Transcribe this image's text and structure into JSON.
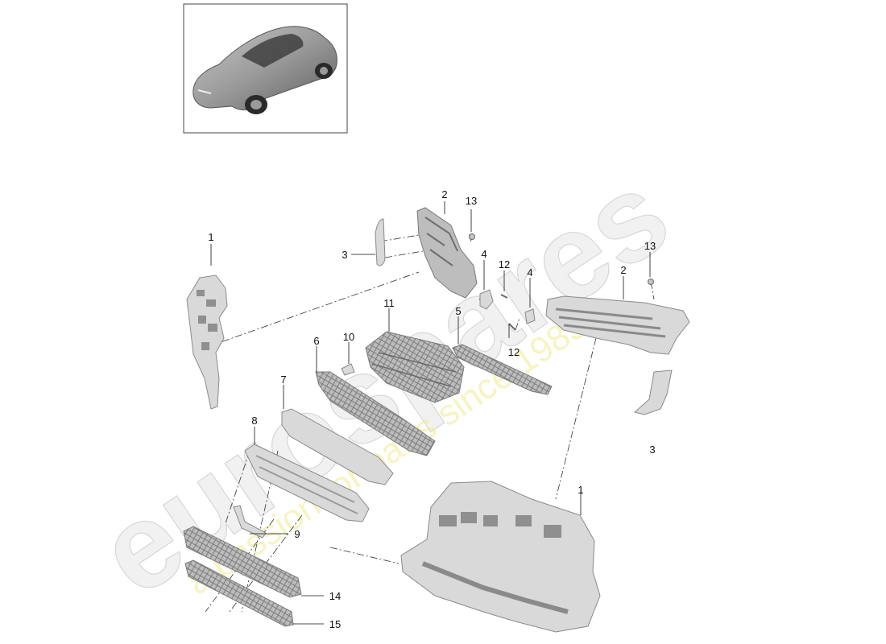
{
  "watermark": {
    "brand": "eurospares",
    "tagline": "a passion for parts since 1985"
  },
  "thumbnail": {
    "icon": "car-icon"
  },
  "callouts": [
    {
      "id": "c1a",
      "label": "1"
    },
    {
      "id": "c1b",
      "label": "1"
    },
    {
      "id": "c2a",
      "label": "2"
    },
    {
      "id": "c2b",
      "label": "2"
    },
    {
      "id": "c3a",
      "label": "3"
    },
    {
      "id": "c3b",
      "label": "3"
    },
    {
      "id": "c4a",
      "label": "4"
    },
    {
      "id": "c4b",
      "label": "4"
    },
    {
      "id": "c5",
      "label": "5"
    },
    {
      "id": "c6",
      "label": "6"
    },
    {
      "id": "c7",
      "label": "7"
    },
    {
      "id": "c8",
      "label": "8"
    },
    {
      "id": "c9",
      "label": "9"
    },
    {
      "id": "c10",
      "label": "10"
    },
    {
      "id": "c11",
      "label": "11"
    },
    {
      "id": "c12a",
      "label": "12"
    },
    {
      "id": "c12b",
      "label": "12"
    },
    {
      "id": "c13a",
      "label": "13"
    },
    {
      "id": "c13b",
      "label": "13"
    },
    {
      "id": "c14",
      "label": "14"
    },
    {
      "id": "c15",
      "label": "15"
    }
  ]
}
